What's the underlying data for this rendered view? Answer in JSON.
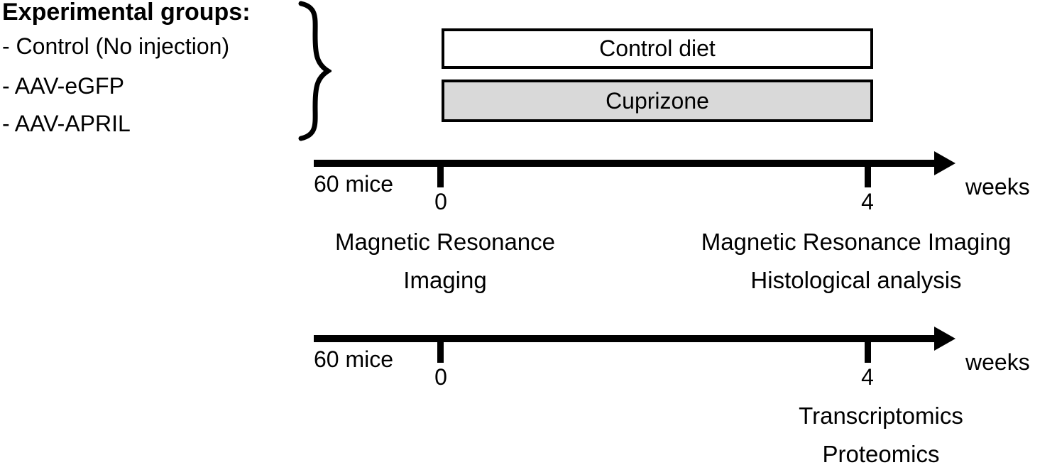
{
  "figure": {
    "groups": {
      "title": "Experimental groups:",
      "items": [
        "- Control (No injection)",
        "- AAV-eGFP",
        "- AAV-APRIL"
      ]
    },
    "diet_boxes": [
      {
        "label": "Control diet",
        "fill": "#ffffff"
      },
      {
        "label": "Cuprizone",
        "fill": "#d9d9d9"
      }
    ],
    "timelines": [
      {
        "cohort": "60 mice",
        "tick_start": "0",
        "tick_end": "4",
        "axis_unit": "weeks",
        "start_events": [
          "Magnetic Resonance",
          "Imaging"
        ],
        "end_events": [
          "Magnetic Resonance Imaging",
          "Histological analysis"
        ]
      },
      {
        "cohort": "60 mice",
        "tick_start": "0",
        "tick_end": "4",
        "axis_unit": "weeks",
        "start_events": [],
        "end_events": [
          "Transcriptomics",
          "Proteomics"
        ]
      }
    ],
    "colors": {
      "line": "#000000",
      "box_border": "#000000",
      "cuprizone_fill": "#d9d9d9",
      "background": "#ffffff"
    }
  }
}
